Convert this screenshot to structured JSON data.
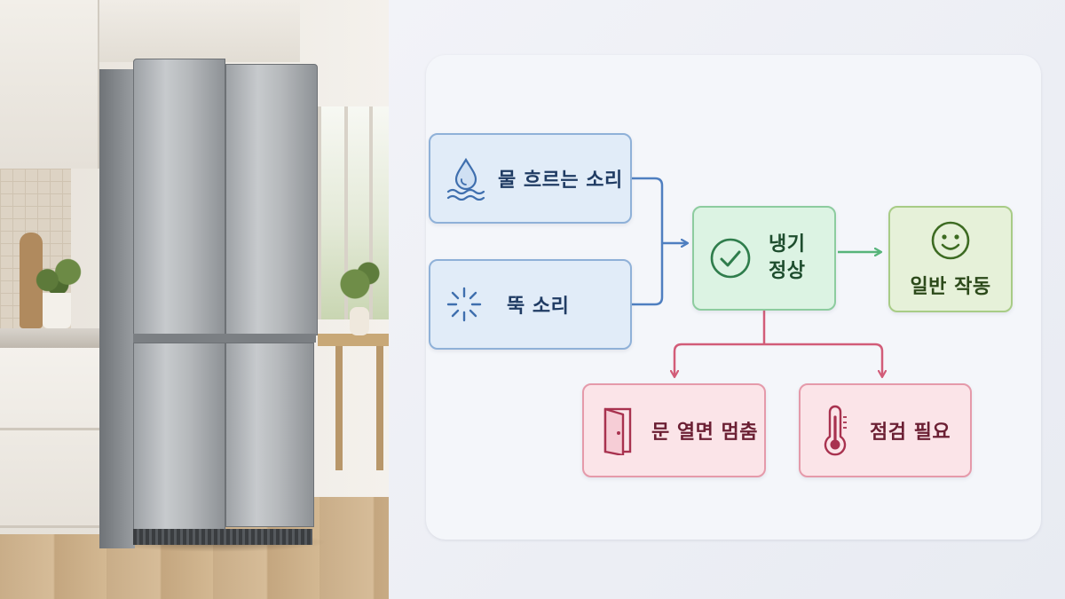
{
  "colors": {
    "blue_stroke": "#4f7fc0",
    "green_stroke": "#57b47a",
    "red_stroke": "#d25c78",
    "blue_fill": "#e1ecf8",
    "green_fill": "#dcf3e3",
    "light_green_fill": "#e6f1d9",
    "red_fill": "#fbe4e8"
  },
  "photo": {
    "subject": "stainless steel four-door refrigerator in a kitchen"
  },
  "diagram": {
    "inputs": [
      {
        "label": "물 흐르는 소리",
        "icon": "water-drop-icon"
      },
      {
        "label": "뚝 소리",
        "icon": "crackle-icon"
      }
    ],
    "center": {
      "line1": "냉기",
      "line2": "정상",
      "icon": "check-circle-icon"
    },
    "result": {
      "label": "일반 작동",
      "icon": "smiley-icon"
    },
    "branches": [
      {
        "label": "문 열면 멈춤",
        "icon": "door-icon"
      },
      {
        "label": "점검 필요",
        "icon": "thermometer-icon"
      }
    ]
  }
}
